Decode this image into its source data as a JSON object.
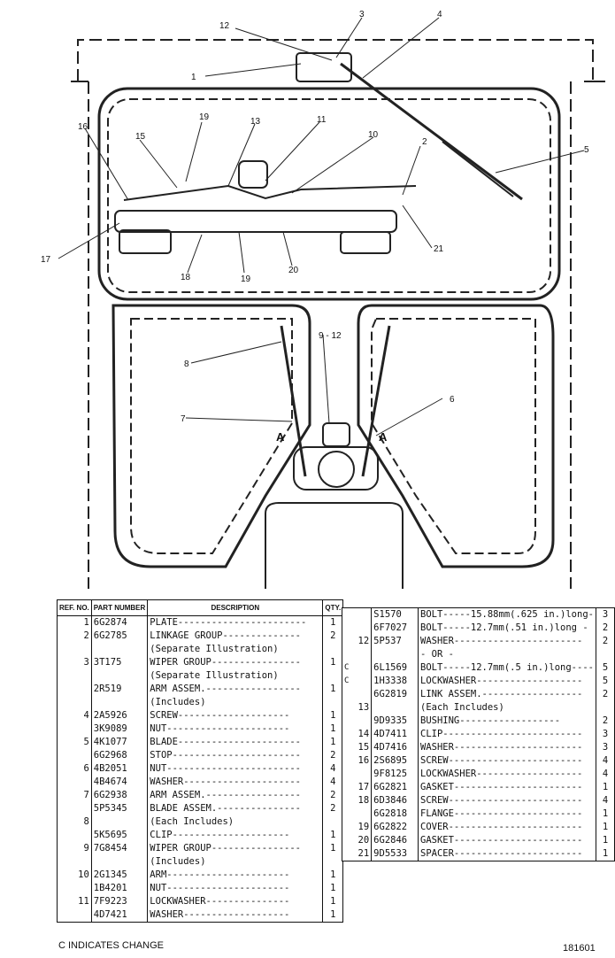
{
  "callouts": [
    "1",
    "2",
    "3",
    "4",
    "5",
    "6",
    "7",
    "8",
    "9 - 12",
    "10",
    "11",
    "12",
    "13",
    "15",
    "16",
    "17",
    "18",
    "19",
    "19",
    "20",
    "21",
    "A",
    "A"
  ],
  "table_headers": {
    "ref": "REF. NO.",
    "part": "PART NUMBER",
    "desc": "DESCRIPTION",
    "qty": "QTY."
  },
  "left_rows": [
    {
      "ref": "1",
      "part": "6G2874",
      "desc": "PLATE-----------------------",
      "qty": "1"
    },
    {
      "ref": "2",
      "part": "6G2785",
      "desc": "LINKAGE GROUP--------------",
      "qty": "2"
    },
    {
      "ref": "",
      "part": "",
      "desc": "    (Separate Illustration)",
      "qty": ""
    },
    {
      "ref": "3",
      "part": "3T175",
      "desc": "WIPER GROUP----------------",
      "qty": "1"
    },
    {
      "ref": "",
      "part": "",
      "desc": "    (Separate Illustration)",
      "qty": ""
    },
    {
      "ref": "",
      "part": "2R519",
      "desc": "ARM ASSEM.-----------------",
      "qty": "1"
    },
    {
      "ref": "",
      "part": "",
      "desc": "    (Includes)",
      "qty": ""
    },
    {
      "ref": "4",
      "part": "2A5926",
      "desc": "    SCREW--------------------",
      "qty": "1"
    },
    {
      "ref": "",
      "part": "3K9089",
      "desc": "    NUT----------------------",
      "qty": "1"
    },
    {
      "ref": "5",
      "part": "4K1077",
      "desc": "BLADE----------------------",
      "qty": "1"
    },
    {
      "ref": "",
      "part": "6G2968",
      "desc": "STOP-----------------------",
      "qty": "2"
    },
    {
      "ref": "6",
      "part": "4B2051",
      "desc": "NUT------------------------",
      "qty": "4"
    },
    {
      "ref": "",
      "part": "4B4674",
      "desc": "WASHER---------------------",
      "qty": "4"
    },
    {
      "ref": "7",
      "part": "6G2938",
      "desc": "ARM ASSEM.-----------------",
      "qty": "2"
    },
    {
      "ref": "",
      "part": "5P5345",
      "desc": "BLADE ASSEM.---------------",
      "qty": "2"
    },
    {
      "ref": "8",
      "part": "",
      "desc": "    (Each Includes)",
      "qty": ""
    },
    {
      "ref": "",
      "part": "5K5695",
      "desc": "    CLIP---------------------",
      "qty": "1"
    },
    {
      "ref": "9",
      "part": "7G8454",
      "desc": "WIPER GROUP----------------",
      "qty": "1"
    },
    {
      "ref": "",
      "part": "",
      "desc": "    (Includes)",
      "qty": ""
    },
    {
      "ref": "10",
      "part": "2G1345",
      "desc": "    ARM----------------------",
      "qty": "1"
    },
    {
      "ref": "",
      "part": "1B4201",
      "desc": "    NUT----------------------",
      "qty": "1"
    },
    {
      "ref": "11",
      "part": "7F9223",
      "desc": "    LOCKWASHER---------------",
      "qty": "1"
    },
    {
      "ref": "",
      "part": "4D7421",
      "desc": "    WASHER-------------------",
      "qty": "1"
    }
  ],
  "right_rows": [
    {
      "chg": "",
      "ref": "",
      "part": "S1570",
      "desc": "BOLT-----15.88mm(.625 in.)long-",
      "qty": "3"
    },
    {
      "chg": "",
      "ref": "",
      "part": "6F7027",
      "desc": "BOLT-----12.7mm(.51 in.)long  -",
      "qty": "2"
    },
    {
      "chg": "",
      "ref": "12",
      "part": "5P537",
      "desc": "WASHER-----------------------",
      "qty": "2"
    },
    {
      "chg": "",
      "ref": "",
      "part": "",
      "desc": "            - OR -",
      "qty": ""
    },
    {
      "chg": "C",
      "ref": "",
      "part": "6L1569",
      "desc": "BOLT-----12.7mm(.5 in.)long----",
      "qty": "5"
    },
    {
      "chg": "C",
      "ref": "",
      "part": "1H3338",
      "desc": "LOCKWASHER-------------------",
      "qty": "5"
    },
    {
      "chg": "",
      "ref": "",
      "part": "6G2819",
      "desc": "LINK ASSEM.------------------",
      "qty": "2"
    },
    {
      "chg": "",
      "ref": "13",
      "part": "",
      "desc": "    (Each Includes)",
      "qty": ""
    },
    {
      "chg": "",
      "ref": "",
      "part": "9D9335",
      "desc": "    BUSHING------------------",
      "qty": "2"
    },
    {
      "chg": "",
      "ref": "14",
      "part": "4D7411",
      "desc": "CLIP-------------------------",
      "qty": "3"
    },
    {
      "chg": "",
      "ref": "15",
      "part": "4D7416",
      "desc": "WASHER-----------------------",
      "qty": "3"
    },
    {
      "chg": "",
      "ref": "16",
      "part": "2S6895",
      "desc": "SCREW------------------------",
      "qty": "4"
    },
    {
      "chg": "",
      "ref": "",
      "part": "9F8125",
      "desc": "LOCKWASHER-------------------",
      "qty": "4"
    },
    {
      "chg": "",
      "ref": "17",
      "part": "6G2821",
      "desc": "GASKET-----------------------",
      "qty": "1"
    },
    {
      "chg": "",
      "ref": "18",
      "part": "6D3846",
      "desc": "SCREW------------------------",
      "qty": "4"
    },
    {
      "chg": "",
      "ref": "",
      "part": "6G2818",
      "desc": "FLANGE-----------------------",
      "qty": "1"
    },
    {
      "chg": "",
      "ref": "19",
      "part": "6G2822",
      "desc": "COVER------------------------",
      "qty": "1"
    },
    {
      "chg": "",
      "ref": "20",
      "part": "6G2846",
      "desc": "GASKET-----------------------",
      "qty": "1"
    },
    {
      "chg": "",
      "ref": "21",
      "part": "9D5533",
      "desc": "SPACER-----------------------",
      "qty": "1"
    }
  ],
  "footnote": "C INDICATES CHANGE",
  "plate_id": "181601"
}
